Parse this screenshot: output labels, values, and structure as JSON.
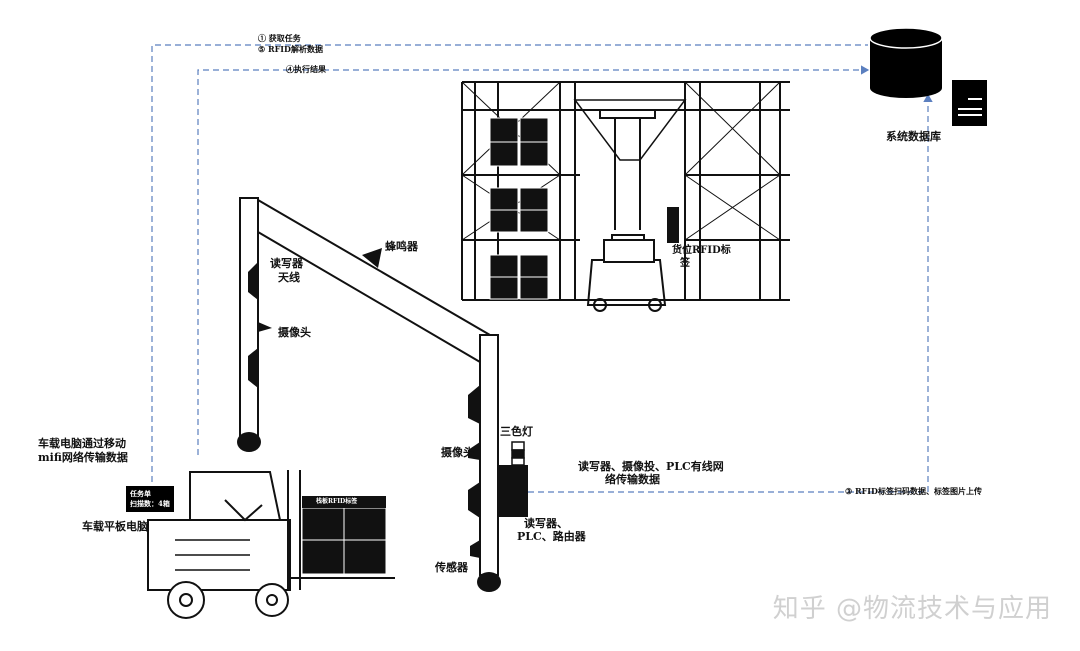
{
  "flows": {
    "step1": "① 获取任务",
    "step5": "⑤ RFID解析数据",
    "step4": "④执行结果",
    "step3": "③ RFID标签扫码数据、标签图片上传"
  },
  "database": {
    "label": "系统数据库"
  },
  "gate": {
    "reader_antenna_line1": "读写器",
    "reader_antenna_line2": "天线",
    "buzzer": "蜂鸣器",
    "camera_left": "摄像头",
    "camera_right": "摄像头",
    "tricolor_light": "三色灯",
    "sensor": "传感器",
    "cabinet_line1": "读写器、",
    "cabinet_line2": "PLC、路由器",
    "wired_line1": "读写器、摄像投、PLC有线网",
    "wired_line2": "络传输数据"
  },
  "warehouse": {
    "rack_tag_line1": "货位RFID标",
    "rack_tag_line2": "签"
  },
  "forklift": {
    "comm_line1": "车载电脑通过移动",
    "comm_line2": "mifi网络传输数据",
    "tablet_label": "车载平板电脑",
    "screen_line1": "任务单",
    "screen_line2": "扫描数：4箱",
    "cargo_tag": "栈板RFID标签"
  },
  "watermark": "知乎 @物流技术与应用",
  "colors": {
    "dash_line": "#5b7fbf",
    "ink": "#111111"
  }
}
